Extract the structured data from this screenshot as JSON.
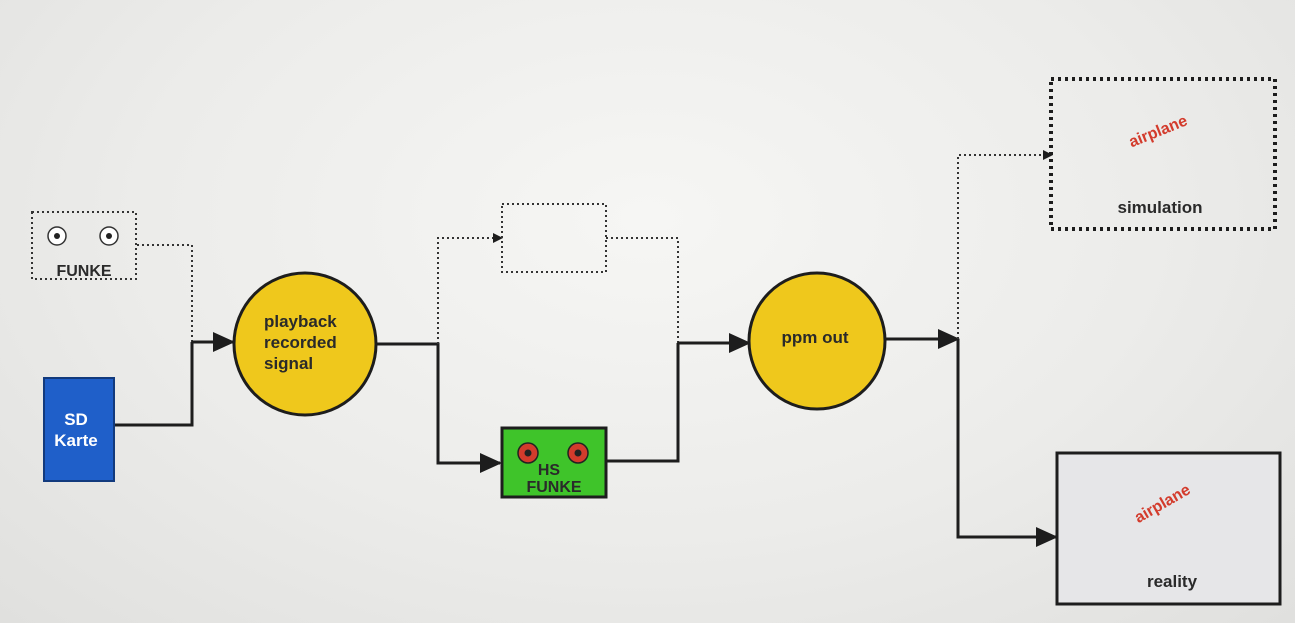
{
  "diagram": {
    "nodes": {
      "funke": {
        "label": "FUNKE"
      },
      "sd_karte": {
        "line1": "SD",
        "line2": "Karte"
      },
      "playback": {
        "line1": "playback",
        "line2": "recorded",
        "line3": "signal"
      },
      "hs_funke": {
        "line1": "HS",
        "line2": "FUNKE"
      },
      "ppm_out": {
        "label": "ppm out"
      },
      "simulation": {
        "title": "airplane",
        "label": "simulation"
      },
      "reality": {
        "title": "airplane",
        "label": "reality"
      }
    },
    "colors": {
      "yellow": "#efc81c",
      "blue": "#1f5fc9",
      "green": "#3fc42a",
      "red_accent": "#d33b2c",
      "line": "#1d1d1d"
    }
  }
}
